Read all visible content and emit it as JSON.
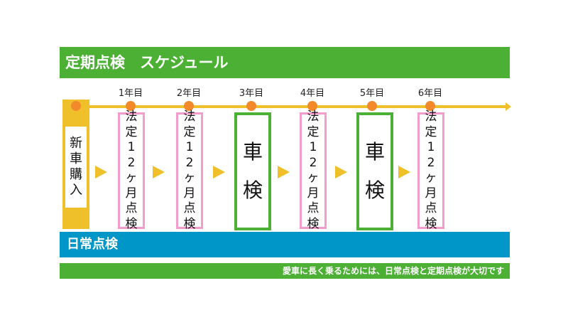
{
  "title": "定期点検　スケジュール",
  "years": [
    "1年目",
    "2年目",
    "3年目",
    "4年目",
    "5年目",
    "6年目"
  ],
  "new_car": [
    "新",
    "車",
    "購",
    "入"
  ],
  "steps": [
    {
      "kind": "legal",
      "chars": [
        "法",
        "定",
        "1",
        "2",
        "ヶ",
        "月",
        "点",
        "検"
      ]
    },
    {
      "kind": "legal",
      "chars": [
        "法",
        "定",
        "1",
        "2",
        "ヶ",
        "月",
        "点",
        "検"
      ]
    },
    {
      "kind": "shaken",
      "chars": [
        "車",
        "検"
      ]
    },
    {
      "kind": "legal",
      "chars": [
        "法",
        "定",
        "1",
        "2",
        "ヶ",
        "月",
        "点",
        "検"
      ]
    },
    {
      "kind": "shaken",
      "chars": [
        "車",
        "検"
      ]
    },
    {
      "kind": "legal",
      "chars": [
        "法",
        "定",
        "1",
        "2",
        "ヶ",
        "月",
        "点",
        "検"
      ]
    }
  ],
  "daily": "日常点検",
  "footer": "愛車に長く乗るためには、日常点検と定期点検が大切です",
  "colors": {
    "green": "#4cb035",
    "yellow": "#f0c02a",
    "orange": "#f28a2c",
    "pink": "#f49ccd",
    "blue": "#0096c8"
  }
}
